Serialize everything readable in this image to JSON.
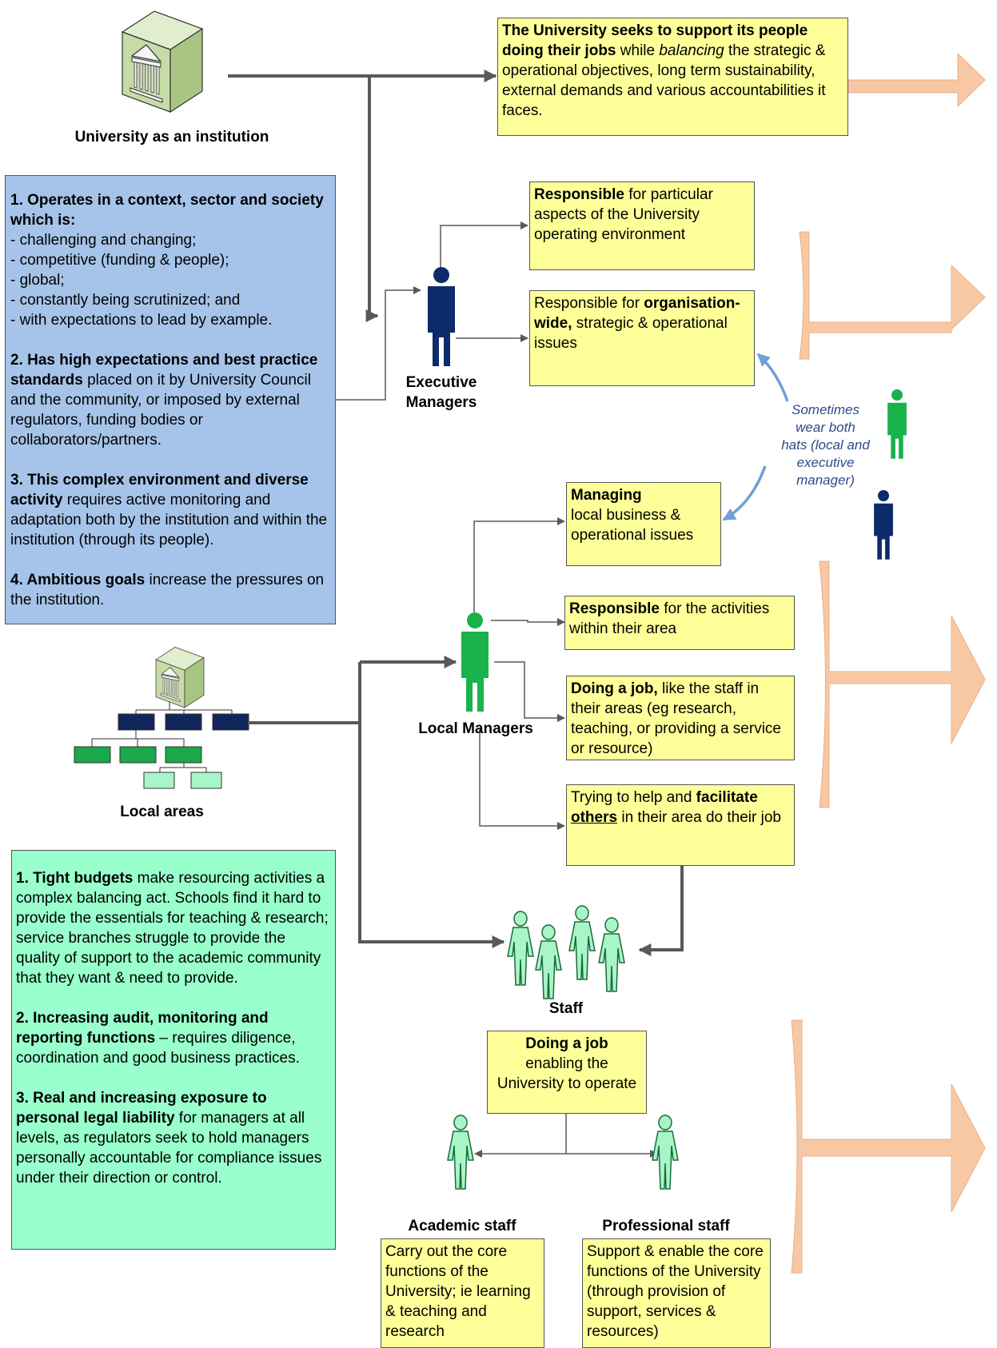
{
  "labels": {
    "university": "University as an institution",
    "executive": [
      "Executive",
      "Managers"
    ],
    "local_managers": "Local Managers",
    "local_areas": "Local areas",
    "staff": "Staff",
    "academic": "Academic staff",
    "professional": "Professional staff"
  },
  "colors": {
    "executive_figure": "#0d2a6b",
    "local_figure": "#19b24b",
    "staff_figure": "#a8f5c8",
    "box_yellow": "#ffff99",
    "box_blue": "#a6c4ea",
    "box_green": "#99ffcc",
    "big_arrow": "#f8c8a4",
    "connector": "#595959",
    "hats_arc": "#6fa0d8"
  },
  "boxes": {
    "university": {
      "bold": "The University seeks to support its people doing their jobs",
      "t1": " while ",
      "em": "balancing",
      "t2": " the strategic & operational objectives, long term sustainability, external demands and various accountabilities it faces."
    },
    "exec_particular": {
      "bold": "Responsible",
      "text": " for particular aspects of the University operating environment"
    },
    "exec_org": {
      "pre": "Responsible for ",
      "bold": "organisation-wide,",
      "post": " strategic & operational issues"
    },
    "local_managing": {
      "bold": "Managing",
      "text": "local business & operational issues"
    },
    "local_responsible": {
      "bold": "Responsible",
      "text": " for the activities within their area"
    },
    "local_job": {
      "bold": "Doing a job,",
      "text": " like the staff in their areas (eg research, teaching, or providing a service or resource)"
    },
    "local_facilitate": {
      "pre": "Trying to help and ",
      "bold": "facilitate",
      "under": "others",
      "post": " in their area do their job"
    },
    "staff_job": {
      "bold": "Doing a job",
      "text": "enabling the University to operate"
    },
    "academic_desc": "Carry out the core functions of the University; ie learning & teaching and research",
    "professional_desc": "Support & enable the core functions of the University (through provision of support, services & resources)"
  },
  "hats_note": [
    "Sometimes",
    "wear both",
    "hats (local and",
    "executive",
    "manager)"
  ],
  "context": {
    "p1_bold": "1. Operates in a context, sector and society which is:",
    "p1_items": [
      "- challenging and changing;",
      "- competitive (funding & people);",
      "- global;",
      "- constantly being scrutinized; and",
      "- with expectations to lead by example."
    ],
    "p2_bold": "2. Has high expectations and best practice standards",
    "p2_text": " placed on it by University Council and the community, or imposed by external regulators, funding bodies or collaborators/partners.",
    "p3_bold": "3. This complex environment and diverse activity",
    "p3_text": " requires active monitoring and adaptation both by the institution and within the institution (through its people).",
    "p4_bold": "4. Ambitious goals",
    "p4_text": " increase the pressures on the institution."
  },
  "local_context": {
    "p1_bold": "1. Tight budgets",
    "p1_text": " make resourcing activities a complex balancing act. Schools find it hard to provide the essentials for teaching & research; service branches struggle to provide the quality of support to the academic community that they want & need to provide.",
    "p2_bold": "2. Increasing audit, monitoring and reporting functions",
    "p2_text": " – requires diligence, coordination and good business practices.",
    "p3_bold": "3. Real and increasing exposure to personal legal liability",
    "p3_text": " for managers at all levels, as regulators seek to hold managers personally accountable for compliance issues under their direction or control."
  }
}
